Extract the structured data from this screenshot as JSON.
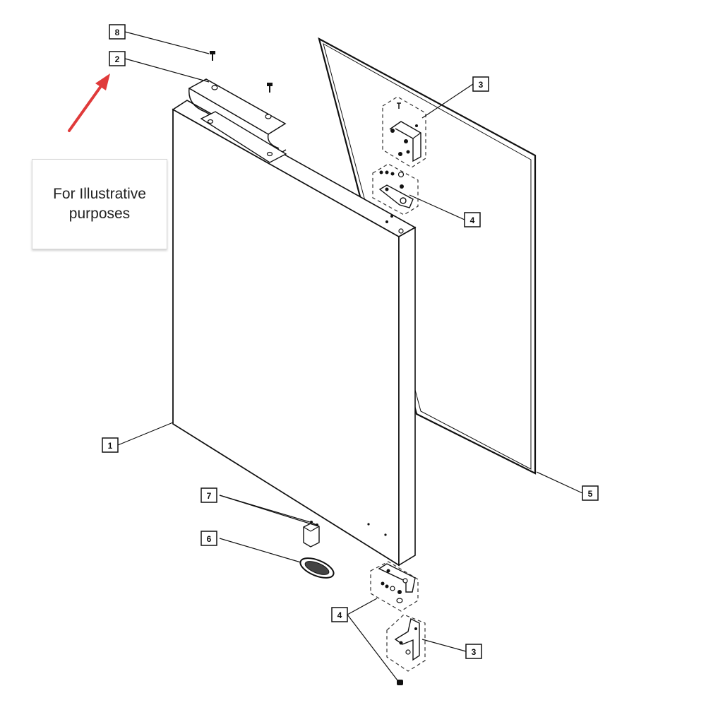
{
  "note": {
    "line1": "For Illustrative",
    "line2": "purposes"
  },
  "callouts": {
    "c8": "8",
    "c2": "2",
    "c3_top": "3",
    "c4_top": "4",
    "c1": "1",
    "c5": "5",
    "c7": "7",
    "c6": "6",
    "c4_bottom": "4",
    "c3_bottom": "3"
  },
  "colors": {
    "arrow": "#e03a3a",
    "line": "#111111",
    "panel": "#ffffff"
  }
}
